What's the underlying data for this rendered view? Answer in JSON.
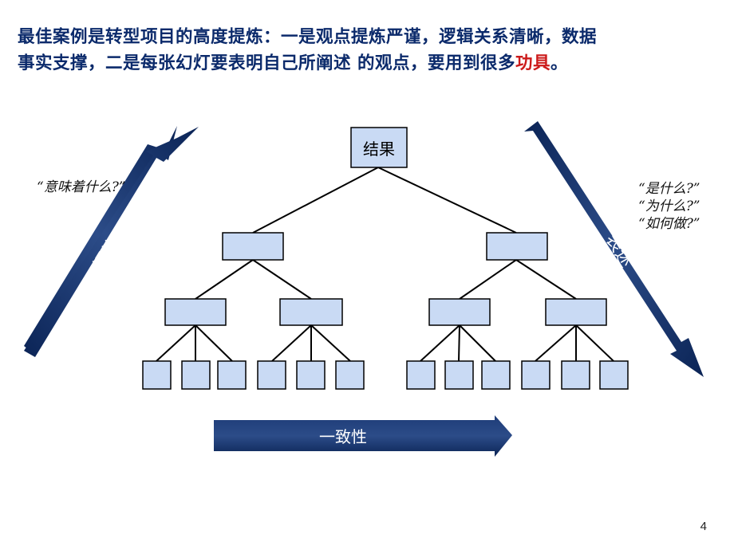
{
  "headline": {
    "line1": "最佳案例是转型项目的高度提炼：一是观点提炼严谨，逻辑关系清晰，数据",
    "line2_prefix": "事实支撑，二是每张幻灯要表明自己所阐述 的观点，要用到很多",
    "line2_highlight": "功具",
    "line2_suffix": "。"
  },
  "tree": {
    "root_label": "结果"
  },
  "arrows": {
    "left_label": "提炼",
    "right_label": "表述",
    "bottom_label": "一致性"
  },
  "quotes": {
    "left": "“意味着什么?”",
    "right": [
      "“是什么?”",
      "“为什么?”",
      "“如何做?”"
    ]
  },
  "colors": {
    "title": "#0b2a6b",
    "highlight": "#cc1a1a",
    "arrow": "#0e2a5e",
    "box_fill": "#c9daf4"
  },
  "page_number": "4"
}
